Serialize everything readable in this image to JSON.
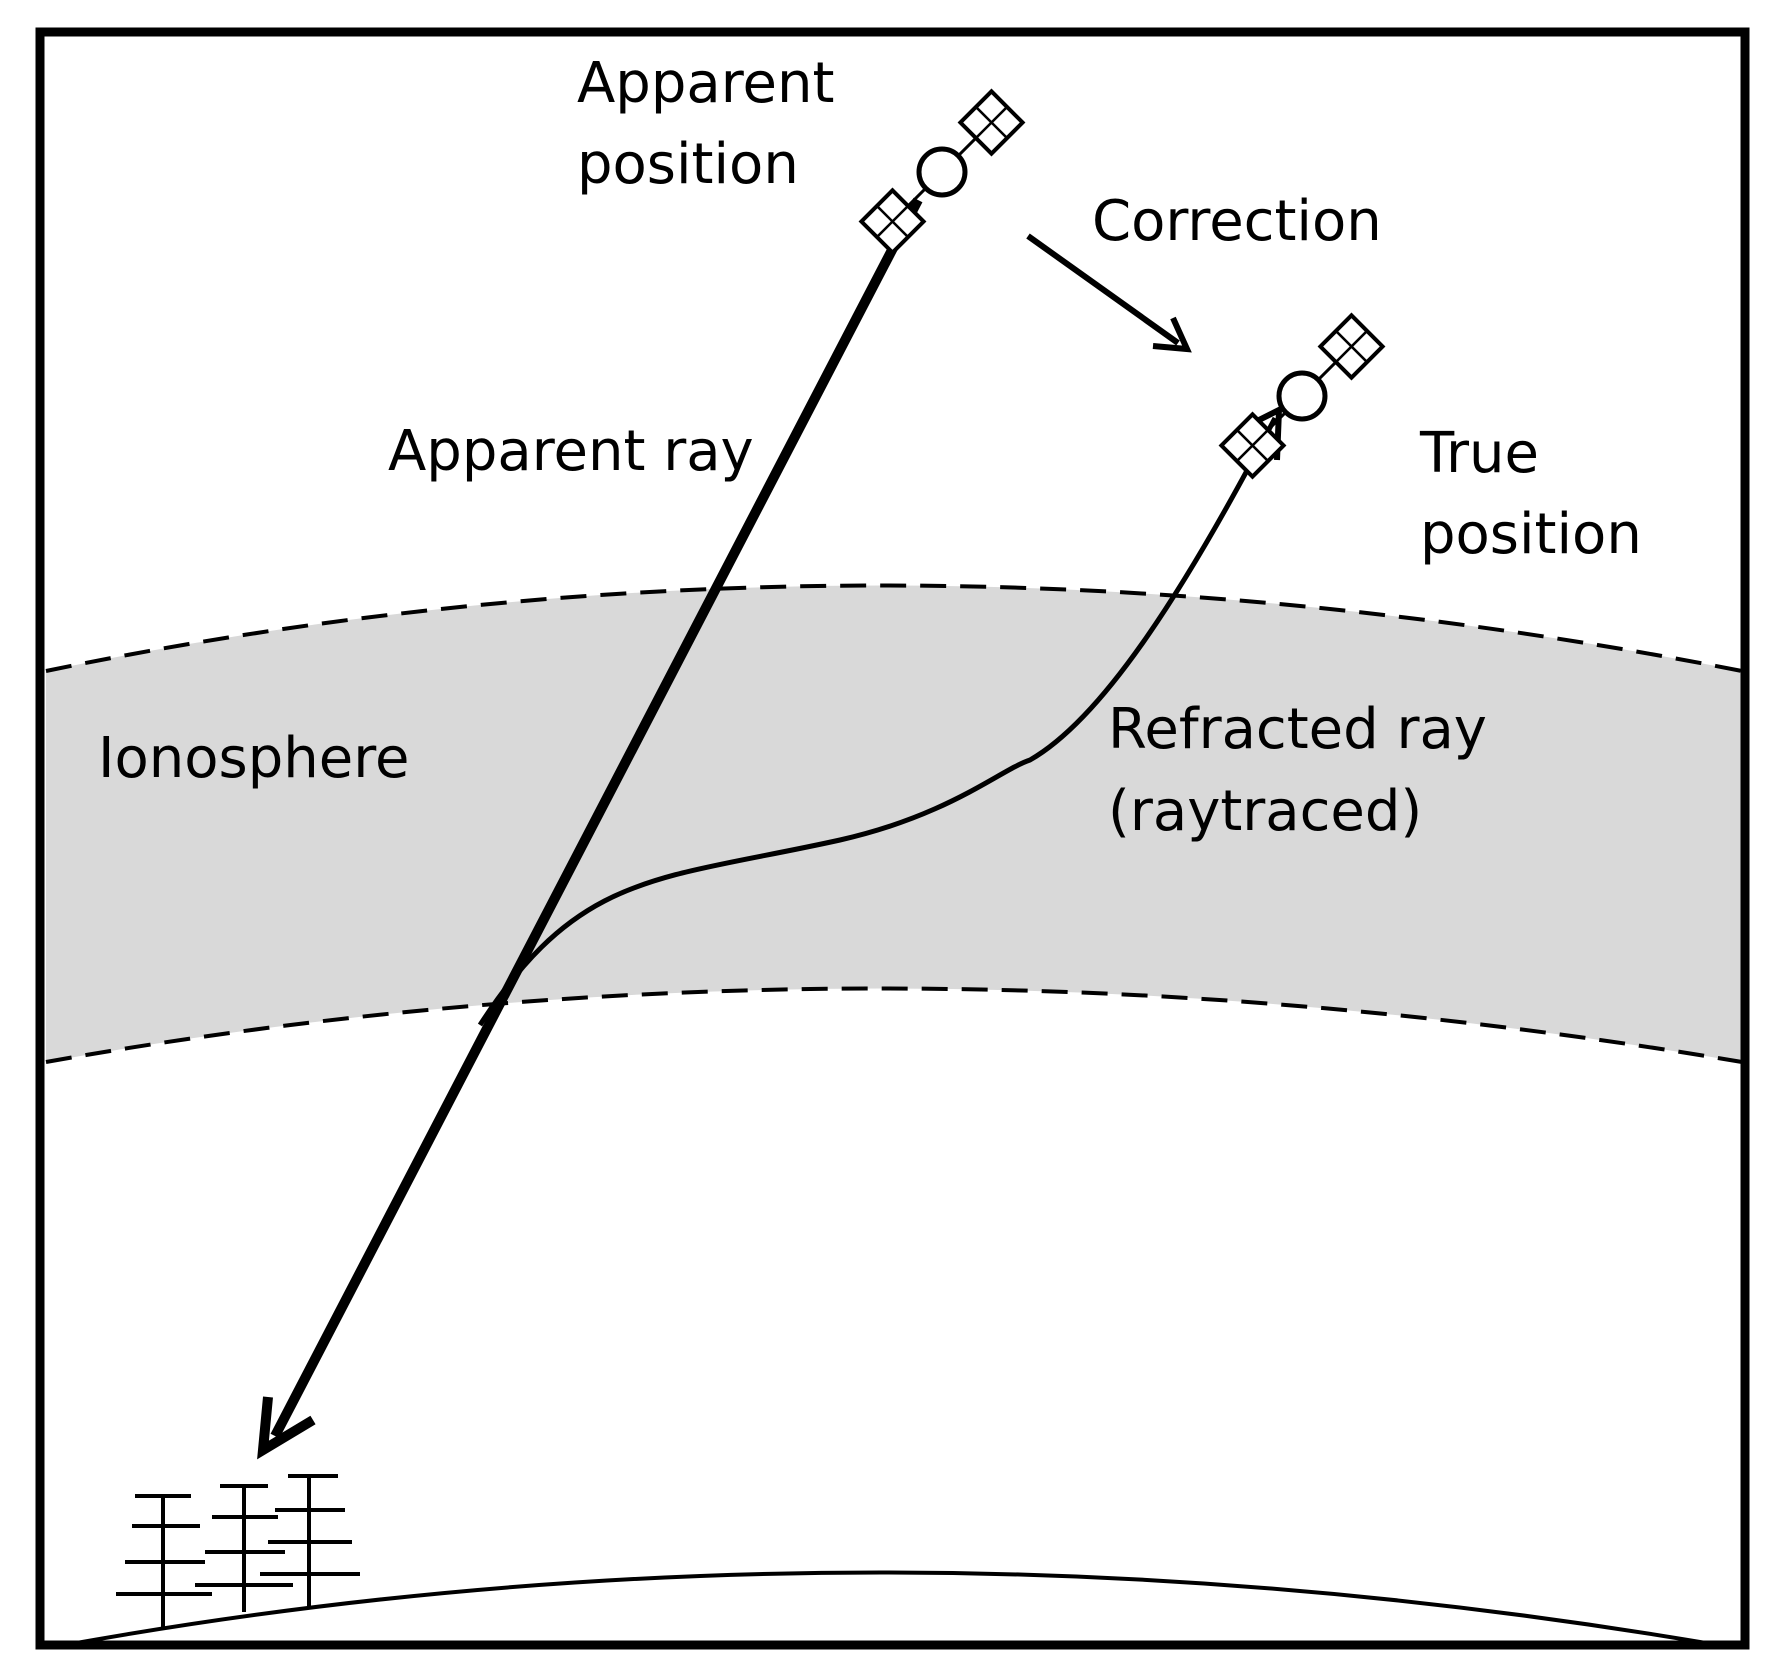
{
  "labels": {
    "apparent_position_line1": "Apparent",
    "apparent_position_line2": "position",
    "correction": "Correction",
    "true_position_line1": "True",
    "true_position_line2": "position",
    "apparent_ray": "Apparent ray",
    "ionosphere": "Ionosphere",
    "refracted_ray_line1": "Refracted ray",
    "refracted_ray_line2": "(raytraced)"
  },
  "icons": {
    "apparent_satellite": "satellite-icon",
    "true_satellite": "satellite-icon",
    "ground_station": "antenna-array-icon"
  },
  "colors": {
    "ionosphere_fill": "#d9d9d9",
    "stroke": "#000000",
    "background": "#ffffff"
  }
}
